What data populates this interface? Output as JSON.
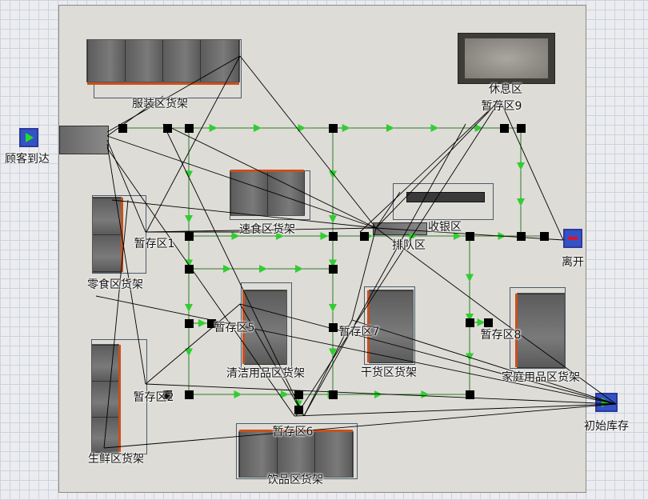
{
  "labels": {
    "customer_arrival": "顾客到达",
    "clothing_rack": "服装区货架",
    "rest_area": "休息区",
    "buffer9": "暂存区9",
    "fast_food_rack": "速食区货架",
    "cashier": "收银区",
    "queue": "排队区",
    "exit": "离开",
    "buffer1": "暂存区1",
    "snack_rack": "零食区货架",
    "buffer5": "暂存区5",
    "buffer7": "暂存区7",
    "buffer8": "暂存区8",
    "cleaning_rack": "清洁用品区货架",
    "dry_goods_rack": "干货区货架",
    "household_rack": "家庭用品区货架",
    "buffer2": "暂存区2",
    "initial_stock": "初始库存",
    "buffer6": "暂存区6",
    "fresh_rack": "生鲜区货架",
    "beverage_rack": "饮品区货架"
  },
  "colors": {
    "floor": "#dedcd6",
    "rack_edge": "#c8501e",
    "path_arrow": "#33cc33",
    "connector": "#000000",
    "source": "#3452c8"
  },
  "icons": {
    "source": "play-icon",
    "sink": "stop-icon",
    "network_node": "square-node-icon"
  }
}
